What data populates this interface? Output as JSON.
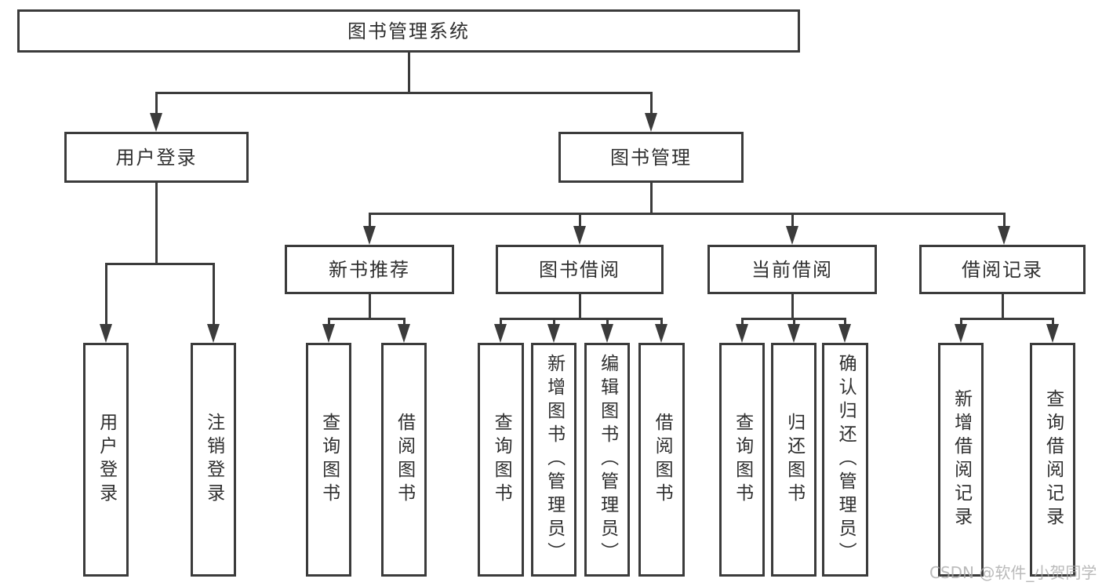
{
  "title": "图书管理系统",
  "watermark": "CSDN @软件_小贺同学",
  "colors": {
    "line": "#3b3b3b",
    "text": "#2f2f2f",
    "watermark": "#a9a9a9",
    "background": "#ffffff"
  },
  "tree": {
    "root": {
      "label": "图书管理系统"
    },
    "branches": [
      {
        "label": "用户登录",
        "children": [
          {
            "label": "用户登录"
          },
          {
            "label": "注销登录"
          }
        ]
      },
      {
        "label": "图书管理",
        "children": [
          {
            "label": "新书推荐",
            "children": [
              {
                "label": "查询图书"
              },
              {
                "label": "借阅图书"
              }
            ]
          },
          {
            "label": "图书借阅",
            "children": [
              {
                "label": "查询图书"
              },
              {
                "label": "新增图书（管理员）"
              },
              {
                "label": "编辑图书（管理员）"
              },
              {
                "label": "借阅图书"
              }
            ]
          },
          {
            "label": "当前借阅",
            "children": [
              {
                "label": "查询图书"
              },
              {
                "label": "归还图书"
              },
              {
                "label": "确认归还（管理员）"
              }
            ]
          },
          {
            "label": "借阅记录",
            "children": [
              {
                "label": "新增借阅记录"
              },
              {
                "label": "查询借阅记录"
              }
            ]
          }
        ]
      }
    ]
  }
}
